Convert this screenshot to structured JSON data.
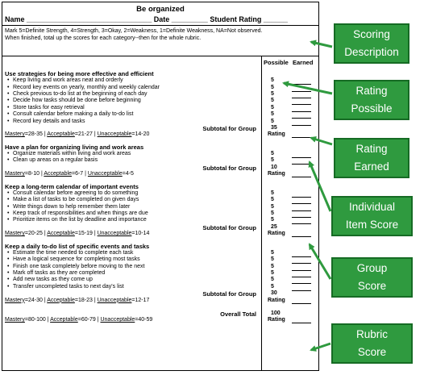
{
  "header": {
    "title": "Be organized",
    "name_label": "Name",
    "date_label": "Date",
    "student_rating_label": "Student Rating"
  },
  "instructions": {
    "line1": "Mark 5=Definite Strength, 4=Strength, 3=Okay, 2=Weakness, 1=Definite Weakness, NA=Not observed.",
    "line2": "When finished, total up the scores for each category--then for the whole rubric."
  },
  "columns": {
    "possible": "Possible",
    "earned": "Earned"
  },
  "sections": [
    {
      "heading": "Use strategies for being more effective and efficient",
      "items": [
        {
          "text": "Keep living and work areas neat and orderly",
          "points": "5"
        },
        {
          "text": "Record key events on yearly, monthly and weekly calendar",
          "points": "5"
        },
        {
          "text": "Check previous to-do list at the beginning of each day",
          "points": "5"
        },
        {
          "text": "Decide how tasks should be done before beginning",
          "points": "5"
        },
        {
          "text": "Store tasks for easy retrieval",
          "points": "5"
        },
        {
          "text": "Consult calendar before making a daily to-do list",
          "points": "5"
        },
        {
          "text": "Record key details and tasks",
          "points": "5"
        }
      ],
      "subtotal_label": "Subtotal for Group",
      "subtotal_value": "35",
      "rating_label": "Rating",
      "mastery": {
        "m_label": "Mastery",
        "m_range": "=28-35",
        "a_label": "Acceptable",
        "a_range": "=21-27",
        "u_label": "Unacceptable",
        "u_range": "=14-20"
      }
    },
    {
      "heading": "Have a plan for organizing living and work areas",
      "items": [
        {
          "text": "Organize materials within living and work areas",
          "points": "5"
        },
        {
          "text": "Clean up areas on a regular basis",
          "points": "5"
        }
      ],
      "subtotal_label": "Subtotal for Group",
      "subtotal_value": "10",
      "rating_label": "Rating",
      "mastery": {
        "m_label": "Mastery",
        "m_range": "=8-10",
        "a_label": "Acceptable",
        "a_range": "=6-7",
        "u_label": "Unacceptable",
        "u_range": "=4-5"
      }
    },
    {
      "heading": "Keep a long-term calendar of important events",
      "items": [
        {
          "text": "Consult calendar before agreeing to do something",
          "points": "5"
        },
        {
          "text": "Make a list of tasks to be completed on given days",
          "points": "5"
        },
        {
          "text": "Write things down to help remember them later",
          "points": "5"
        },
        {
          "text": "Keep track of responsibilities and when things are due",
          "points": "5"
        },
        {
          "text": "Prioritize items on the list by deadline and importance",
          "points": "5"
        }
      ],
      "subtotal_label": "Subtotal for Group",
      "subtotal_value": "25",
      "rating_label": "Rating",
      "mastery": {
        "m_label": "Mastery",
        "m_range": "=20-25",
        "a_label": "Acceptable",
        "a_range": "=15-19",
        "u_label": "Unacceptable",
        "u_range": "=10-14"
      }
    },
    {
      "heading": "Keep a daily to-do list of specific events and tasks",
      "items": [
        {
          "text": "Estimate the time needed to complete each task",
          "points": "5"
        },
        {
          "text": "Have a logical sequence for completing most tasks",
          "points": "5"
        },
        {
          "text": "Finish one task completely before moving to the next",
          "points": "5"
        },
        {
          "text": "Mark off tasks as they are completed",
          "points": "5"
        },
        {
          "text": "Add new tasks as they come up",
          "points": "5"
        },
        {
          "text": "Transfer uncompleted tasks to next day's list",
          "points": "5"
        }
      ],
      "subtotal_label": "Subtotal for Group",
      "subtotal_value": "30",
      "rating_label": "Rating",
      "mastery": {
        "m_label": "Mastery",
        "m_range": "=24-30",
        "a_label": "Acceptable",
        "a_range": "=18-23",
        "u_label": "Unacceptable",
        "u_range": "=12-17"
      }
    }
  ],
  "overall": {
    "label": "Overall Total",
    "value": "100",
    "rating_label": "Rating",
    "mastery": {
      "m_label": "Mastery",
      "m_range": "=80-100",
      "a_label": "Acceptable",
      "a_range": "=60-79",
      "u_label": "Unacceptable",
      "u_range": "=40-59"
    }
  },
  "callouts": {
    "scoring": [
      "Scoring",
      "Description"
    ],
    "rating_possible": [
      "Rating",
      "Possible"
    ],
    "rating_earned": [
      "Rating",
      "Earned"
    ],
    "individual": [
      "Individual",
      "Item Score"
    ],
    "group": [
      "Group",
      "Score"
    ],
    "rubric": [
      "Rubric",
      "Score"
    ]
  },
  "colors": {
    "callout_fill": "#2f9a3f",
    "callout_border": "#166b24",
    "arrow": "#2f9a3f"
  }
}
